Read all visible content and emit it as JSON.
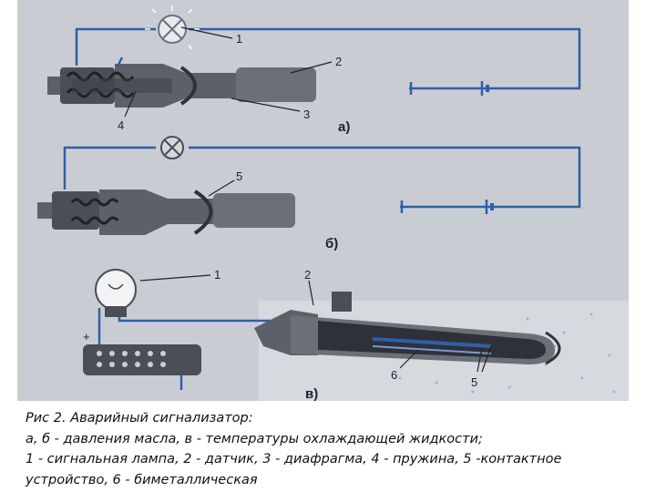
{
  "diagram": {
    "labels_a": [
      "1",
      "2",
      "3",
      "4"
    ],
    "sub_a": "а)",
    "labels_b": [
      "5"
    ],
    "sub_b": "б)",
    "labels_c": [
      "1",
      "2",
      "6",
      "5",
      "5"
    ],
    "sub_c": "в)",
    "battery_plus": "+"
  },
  "caption": {
    "line1": "Рис 2. Аварийный сигнализатор:",
    "line2": "а, б - давления масла, в - температуры охлаждающей жидкости;",
    "line3": "1 - сигнальная лампа, 2 - датчик, 3 - диафрагма, 4 - пружина, 5 -контактное",
    "line4": "устройство, 6 - биметаллическая"
  },
  "colors": {
    "wire": "#2f5fa8",
    "background": "#c9cdd3",
    "sensor_body": "#5c6068",
    "sensor_dark": "#2e3238"
  }
}
